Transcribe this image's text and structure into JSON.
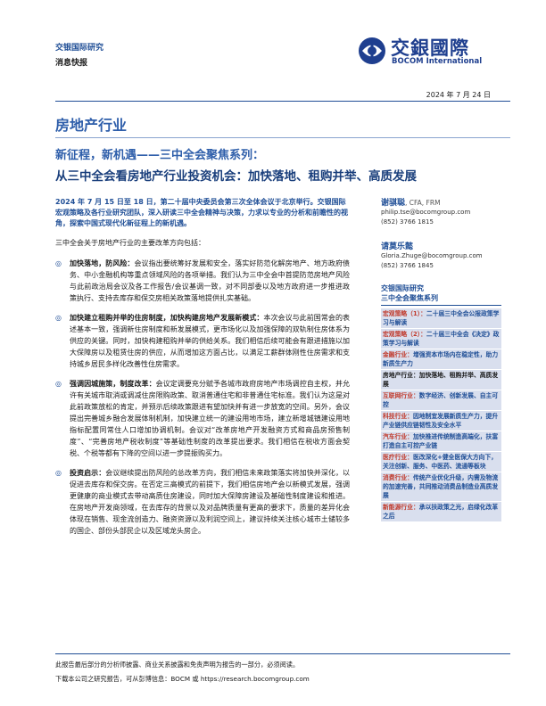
{
  "header": {
    "org": "交银国际研究",
    "report_type": "消息快报",
    "logo_cn": "交銀國際",
    "logo_en": "BOCOM International",
    "date": "2024 年 7 月 24 日"
  },
  "sector": "房地产行业",
  "title_line1": "新征程，新机遇——三中全会聚焦系列：",
  "title_line2": "从三中全会看房地产行业投资机会：加快落地、租购并举、高质发展",
  "summary": "2024 年 7 月 15 日至 18 日，第二十届中央委员会第三次全体会议于北京举行。交银国际宏观策略及各行业研究团队，深入研读三中全会精神与决策，力求以专业的分析和前瞻性的视角，探索中国式现代化新征程上的新机遇。",
  "intro": "三中全会关于房地产行业的主要改革方向包括：",
  "bullets": [
    {
      "head": "加快落地，防风险：",
      "body": "会议指出要统筹好发展和安全，落实好防范化解房地产、地方政府债务、中小金融机构等重点领域风险的各项举措。我们认为三中全会中首提防范房地产风险与此前政治局会议及各工作报告/会议基调一致，对不同部委以及地方政府进一步推进政策执行、支持去库存和保交房相关政策落地提供扎实基础。"
    },
    {
      "head": "加快建立租购并举的住房制度，加快构建房地产发展新模式：",
      "body": "本次会议与此前国常会的表述基本一致，强调新住房制度和新发展模式，更市场化以及加强保障的双轨制住房体系为供应的关键。同时，加快构建租购并举的供给关系。我们相信后续可能会有跟进措施以加大保障房以及租赁住房的供应，从而增加这方面占比，以满足工薪群体刚性住房需求和支持城乡居民多样化改善性住房需求。"
    },
    {
      "head": "强调因城施策，制度改革：",
      "body": "会议定调要充分赋予各城市政府房地产市场调控自主权，并允许有关城市取消或调减住房限购政策、取消普通住宅和非普通住宅标准。我们认为这是对此前政策放松的肯定，并预示后续政策跟进有望加快并有进一步放宽的空间。另外，会议提出完善城乡融合发展体制机制，加快建立统一的建设用地市场，建立新增城镇建设用地指标配置同常住人口增加协调机制。会议对“改革房地产开发融资方式和商品房预售制度”、“完善房地产税收制度”等基础性制度的改革提出要求。我们相信在税收方面会契税、个税等都有下降的空间以进一步提振购买力。"
    },
    {
      "head": "投资启示：",
      "body": "会议继续提出防风险的总改革方向，我们相信未来政策落实将加快并深化，以促进去库存和保交房。在否定三高模式的前提下，我们相信房地产会以新模式发展，强调更健康的商业模式去带动高质住房建设，同时加大保障房建设及基础性制度建设和推进。在房地产开发商领域，在去库存的背景以及对品牌质量有更高的要求下，质量的差异化会体现在销售、现金流创造力、融资资源以及利润空间上，建议持续关注核心城市土储较多的国企、部份头部民企以及区域龙头房企。"
    }
  ],
  "analysts": [
    {
      "name": "谢骐聪",
      "cert": ", CFA, FRM",
      "email": "philip.tse@bocomgroup.com",
      "phone": "(852) 3766 1815"
    },
    {
      "name": "请莫乐懿",
      "cert": "",
      "email": "Gloria.Zhuge@bocomgroup.com",
      "phone": "(852) 3766 1845"
    }
  ],
  "related": {
    "heading_org": "交银国际研究",
    "heading_series": "三中全会聚焦系列",
    "items": [
      {
        "cat": "宏观策略（1）：",
        "text": "二十届三中全会公报政策学习与解读"
      },
      {
        "cat": "宏观策略（2）：",
        "text": "二十届三中全会《决定》政策学习与解读"
      },
      {
        "cat": "金融行业：",
        "text": "增强资本市场内在稳定性，助力新质生产力"
      },
      {
        "cat": "房地产行业：",
        "text": "加快落地、租购并举、高质发展",
        "current": true
      },
      {
        "cat": "互联网行业：",
        "text": "数字经济、创新发展、自主可控"
      },
      {
        "cat": "科技行业：",
        "text": "因地制宜发展新质生产力，提升产业链供应链韧性及安全水平"
      },
      {
        "cat": "汽车行业：",
        "text": "加快推进传统制造高端化，扶富打造自主可控产业链"
      },
      {
        "cat": "医疗行业：",
        "text": "医改深化+健全医保大方向下，关注创新、服务、中医药、流通等板块"
      },
      {
        "cat": "消费行业：",
        "text": "传统产业优化升级，内需及物流的加速完善，共同推动消费品制造业高质发展"
      },
      {
        "cat": "新能源行业：",
        "text": "承以扶政策之光，启绿化改革之后"
      }
    ]
  },
  "footer": {
    "line1": "此报告最后部分的分析师披露、商业关系披露和免责声明为报告的一部分，必须阅读。",
    "line2": "下载本公司之研究报告，可从彭博信息：BOCM 或 https://research.bocomgroup.com"
  },
  "colors": {
    "brand_blue": "#1f4e96",
    "title_blue": "#2e5eaa",
    "related_bg": "#d9dfee",
    "related_cat": "#c0392b"
  }
}
